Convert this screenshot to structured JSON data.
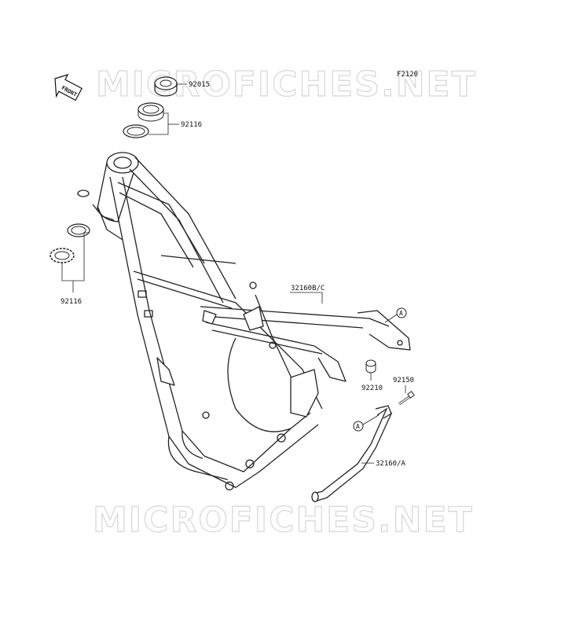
{
  "figure_code": "F2120",
  "watermark_top": "MICROFICHES.NET",
  "watermark_bottom": "MICROFICHES.NET",
  "front_arrow_label": "FRONT",
  "callout_letter": "A",
  "parts": {
    "p92015": "92015",
    "p92116_top": "92116",
    "p92116_left": "92116",
    "p32160bc": "32160B/C",
    "p92210": "92210",
    "p92150": "92150",
    "p32160a": "32160/A"
  }
}
